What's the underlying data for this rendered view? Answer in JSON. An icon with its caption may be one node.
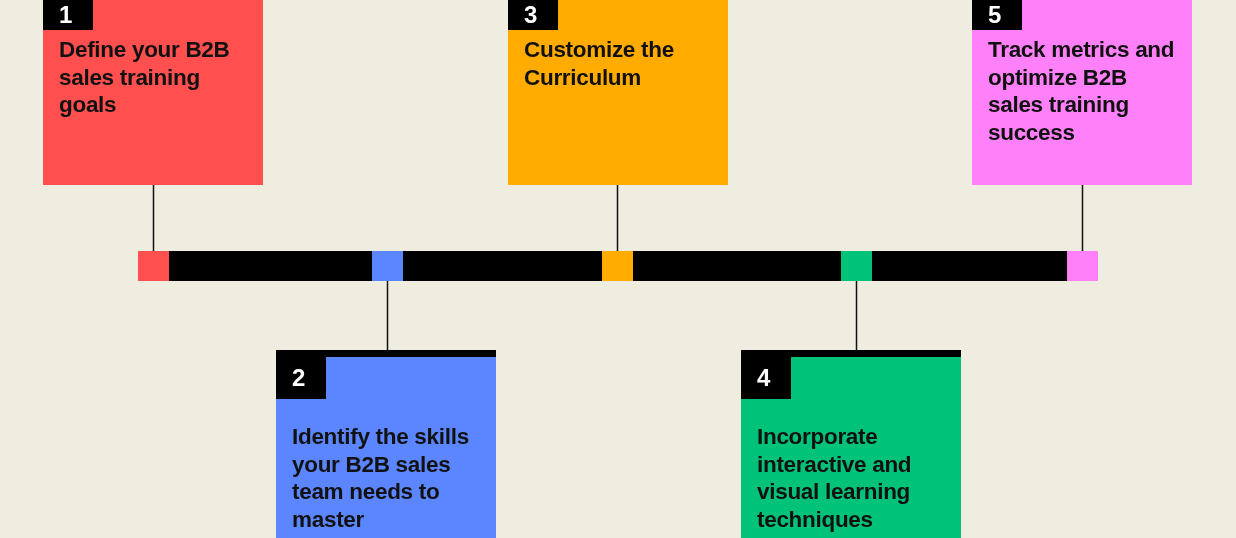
{
  "diagram": {
    "nodes": [
      {
        "text": [
          "1",
          "Define your B2B sales training goals"
        ]
      },
      {
        "text": [
          "2",
          "Identify the skills your B2B sales team needs to master"
        ]
      },
      {
        "text": [
          "3",
          "Customize the Curriculum"
        ]
      },
      {
        "text": [
          "4",
          "Incorporate interactive and visual learning techniques"
        ]
      },
      {
        "text": [
          "5",
          "Track metrics and optimize B2B sales training success"
        ]
      },
      {
        "text": [],
        "shape": "bar"
      },
      {
        "text": [],
        "shape": "bar"
      },
      {
        "text": [],
        "shape": "bar"
      },
      {
        "text": [],
        "shape": "bar"
      },
      {
        "text": [],
        "shape": "bar"
      }
    ],
    "edges": [
      {
        "from": 0,
        "to": 5,
        "arrow": "none"
      },
      {
        "from": 1,
        "to": 6,
        "arrow": "none"
      },
      {
        "from": 2,
        "to": 7,
        "arrow": "none"
      },
      {
        "from": 3,
        "to": 8,
        "arrow": "none"
      },
      {
        "from": 4,
        "to": 9,
        "arrow": "none"
      }
    ]
  }
}
